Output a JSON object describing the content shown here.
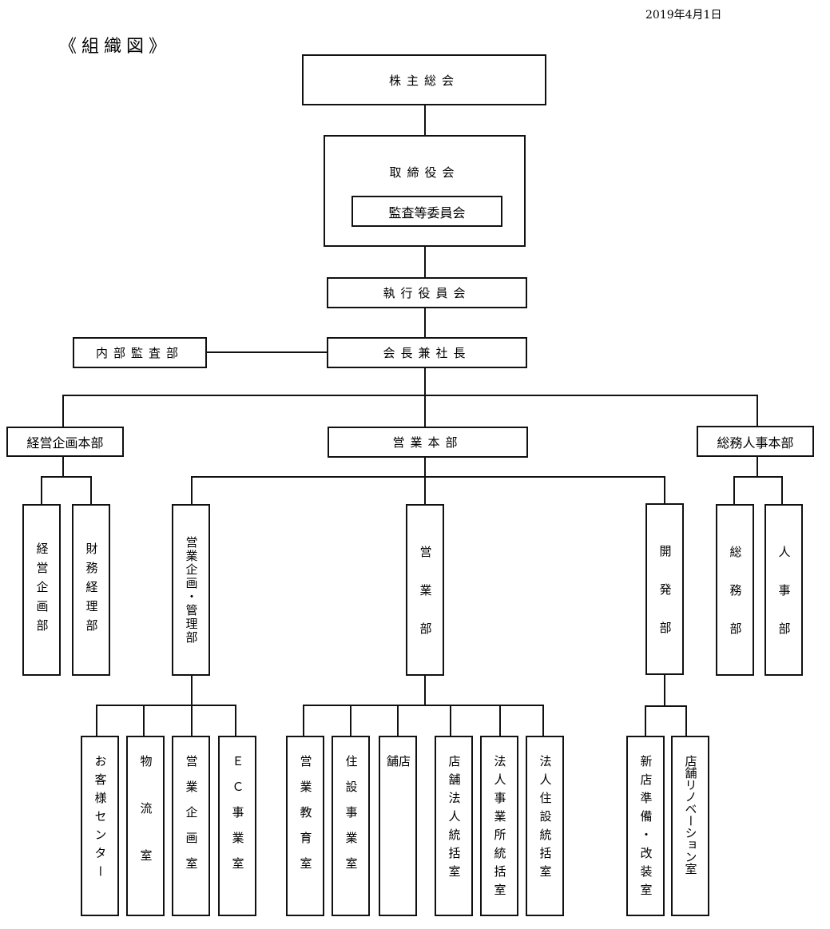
{
  "header": {
    "date": "2019年4月1日",
    "title": "《組織図》"
  },
  "org": {
    "shareholders": "株主総会",
    "board": "取締役会",
    "audit_committee": "監査等委員会",
    "executive_committee": "執行役員会",
    "chairman_president": "会長兼社長",
    "internal_audit": "内部監査部",
    "divisions": {
      "management_planning": {
        "label": "経営企画本部",
        "departments": [
          "経営企画部",
          "財務経理部"
        ]
      },
      "sales": {
        "label": "営業本部",
        "departments": {
          "sales_planning": {
            "label": "営業企画・管理部",
            "offices": [
              "お客様センター",
              "物流室",
              "営業企画室",
              "ＥＣ事業室"
            ]
          },
          "sales_dept": {
            "label": "営業部",
            "offices": [
              "営業教育室",
              "住設事業室",
              "店舗",
              "店舗法人統括室",
              "法人事業所統括室",
              "法人住設統括室"
            ]
          },
          "development": {
            "label": "開発部",
            "offices": [
              "新店準備・改装室",
              "店舗リノベーション室"
            ]
          }
        }
      },
      "general_affairs_hr": {
        "label": "総務人事本部",
        "departments": [
          "総務部",
          "人事部"
        ]
      }
    }
  }
}
